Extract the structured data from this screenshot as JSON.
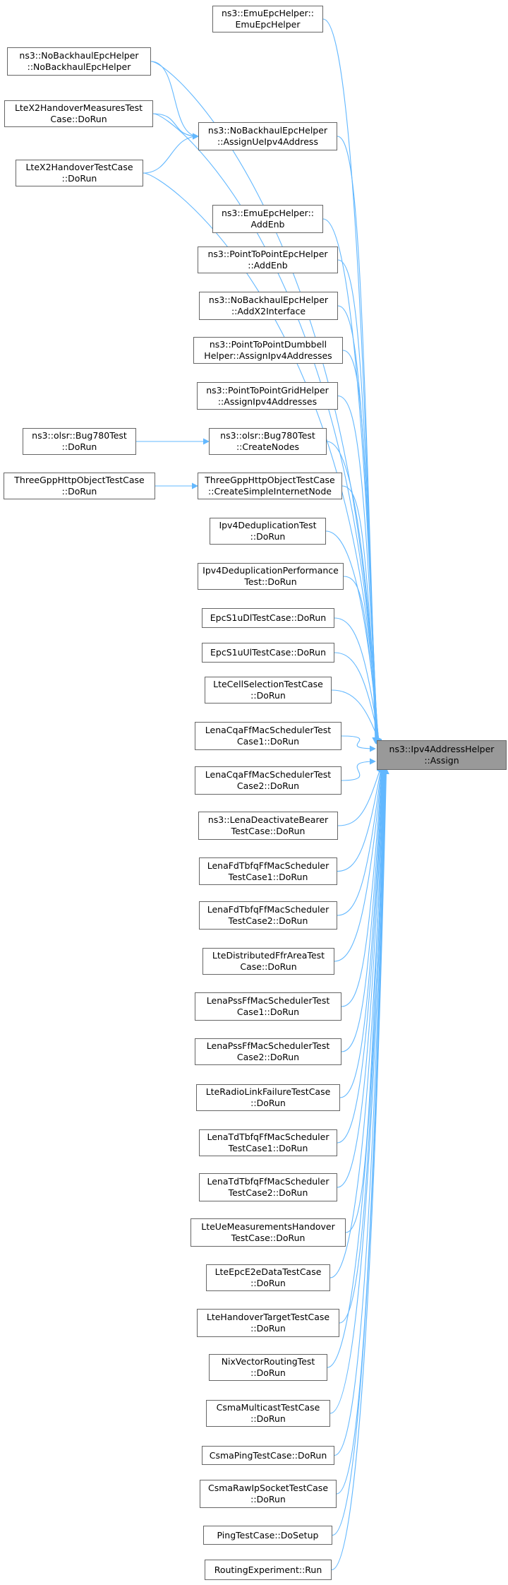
{
  "target": {
    "id": "target",
    "lines": [
      "ns3::Ipv4AddressHelper",
      "::Assign"
    ]
  },
  "callers": [
    {
      "id": "emu_ctor",
      "lines": [
        "ns3::EmuEpcHelper::",
        "EmuEpcHelper"
      ]
    },
    {
      "id": "nob_ctor",
      "lines": [
        "ns3::NoBackhaulEpcHelper",
        "::NoBackhaulEpcHelper"
      ]
    },
    {
      "id": "ltex2meas",
      "lines": [
        "LteX2HandoverMeasuresTest",
        "Case::DoRun"
      ]
    },
    {
      "id": "nob_assign",
      "lines": [
        "ns3::NoBackhaulEpcHelper",
        "::AssignUeIpv4Address"
      ]
    },
    {
      "id": "ltex2",
      "lines": [
        "LteX2HandoverTestCase",
        "::DoRun"
      ]
    },
    {
      "id": "emu_addenb",
      "lines": [
        "ns3::EmuEpcHelper::",
        "AddEnb"
      ]
    },
    {
      "id": "p2p_addenb",
      "lines": [
        "ns3::PointToPointEpcHelper",
        "::AddEnb"
      ]
    },
    {
      "id": "nob_addx2",
      "lines": [
        "ns3::NoBackhaulEpcHelper",
        "::AddX2Interface"
      ]
    },
    {
      "id": "p2p_dumbbell",
      "lines": [
        "ns3::PointToPointDumbbell",
        "Helper::AssignIpv4Addresses"
      ]
    },
    {
      "id": "p2p_grid",
      "lines": [
        "ns3::PointToPointGridHelper",
        "::AssignIpv4Addresses"
      ]
    },
    {
      "id": "olsr_doRun",
      "lines": [
        "ns3::olsr::Bug780Test",
        "::DoRun"
      ]
    },
    {
      "id": "olsr_create",
      "lines": [
        "ns3::olsr::Bug780Test",
        "::CreateNodes"
      ]
    },
    {
      "id": "http_doRun",
      "lines": [
        "ThreeGppHttpObjectTestCase",
        "::DoRun"
      ]
    },
    {
      "id": "http_create",
      "lines": [
        "ThreeGppHttpObjectTestCase",
        "::CreateSimpleInternetNode"
      ]
    },
    {
      "id": "ipv4dedup",
      "lines": [
        "Ipv4DeduplicationTest",
        "::DoRun"
      ]
    },
    {
      "id": "ipv4dedupperf",
      "lines": [
        "Ipv4DeduplicationPerformance",
        "Test::DoRun"
      ]
    },
    {
      "id": "epcs1udl",
      "lines": [
        "EpcS1uDlTestCase::DoRun"
      ]
    },
    {
      "id": "epcs1uul",
      "lines": [
        "EpcS1uUlTestCase::DoRun"
      ]
    },
    {
      "id": "ltecellsel",
      "lines": [
        "LteCellSelectionTestCase",
        "::DoRun"
      ]
    },
    {
      "id": "cqa1",
      "lines": [
        "LenaCqaFfMacSchedulerTest",
        "Case1::DoRun"
      ]
    },
    {
      "id": "cqa2",
      "lines": [
        "LenaCqaFfMacSchedulerTest",
        "Case2::DoRun"
      ]
    },
    {
      "id": "deact",
      "lines": [
        "ns3::LenaDeactivateBearer",
        "TestCase::DoRun"
      ]
    },
    {
      "id": "fdtbfq1",
      "lines": [
        "LenaFdTbfqFfMacScheduler",
        "TestCase1::DoRun"
      ]
    },
    {
      "id": "fdtbfq2",
      "lines": [
        "LenaFdTbfqFfMacScheduler",
        "TestCase2::DoRun"
      ]
    },
    {
      "id": "distffr",
      "lines": [
        "LteDistributedFfrAreaTest",
        "Case::DoRun"
      ]
    },
    {
      "id": "pss1",
      "lines": [
        "LenaPssFfMacSchedulerTest",
        "Case1::DoRun"
      ]
    },
    {
      "id": "pss2",
      "lines": [
        "LenaPssFfMacSchedulerTest",
        "Case2::DoRun"
      ]
    },
    {
      "id": "rlf",
      "lines": [
        "LteRadioLinkFailureTestCase",
        "::DoRun"
      ]
    },
    {
      "id": "tdtbfq1",
      "lines": [
        "LenaTdTbfqFfMacScheduler",
        "TestCase1::DoRun"
      ]
    },
    {
      "id": "tdtbfq2",
      "lines": [
        "LenaTdTbfqFfMacScheduler",
        "TestCase2::DoRun"
      ]
    },
    {
      "id": "uemeas",
      "lines": [
        "LteUeMeasurementsHandover",
        "TestCase::DoRun"
      ]
    },
    {
      "id": "epce2e",
      "lines": [
        "LteEpcE2eDataTestCase",
        "::DoRun"
      ]
    },
    {
      "id": "hotarget",
      "lines": [
        "LteHandoverTargetTestCase",
        "::DoRun"
      ]
    },
    {
      "id": "nixvec",
      "lines": [
        "NixVectorRoutingTest",
        "::DoRun"
      ]
    },
    {
      "id": "csmamc",
      "lines": [
        "CsmaMulticastTestCase",
        "::DoRun"
      ]
    },
    {
      "id": "csmaping",
      "lines": [
        "CsmaPingTestCase::DoRun"
      ]
    },
    {
      "id": "csmaraw",
      "lines": [
        "CsmaRawIpSocketTestCase",
        "::DoRun"
      ]
    },
    {
      "id": "pingsetup",
      "lines": [
        "PingTestCase::DoSetup"
      ]
    },
    {
      "id": "routingexp",
      "lines": [
        "RoutingExperiment::Run"
      ]
    }
  ],
  "edges": [
    [
      "emu_ctor",
      "target"
    ],
    [
      "nob_ctor",
      "target"
    ],
    [
      "ltex2meas",
      "target"
    ],
    [
      "nob_ctor",
      "nob_assign"
    ],
    [
      "ltex2meas",
      "nob_assign"
    ],
    [
      "ltex2",
      "nob_assign"
    ],
    [
      "nob_assign",
      "target"
    ],
    [
      "ltex2",
      "target"
    ],
    [
      "emu_addenb",
      "target"
    ],
    [
      "p2p_addenb",
      "target"
    ],
    [
      "nob_addx2",
      "target"
    ],
    [
      "p2p_dumbbell",
      "target"
    ],
    [
      "p2p_grid",
      "target"
    ],
    [
      "olsr_doRun",
      "olsr_create"
    ],
    [
      "olsr_create",
      "target"
    ],
    [
      "http_doRun",
      "http_create"
    ],
    [
      "http_create",
      "target"
    ],
    [
      "ipv4dedup",
      "target"
    ],
    [
      "ipv4dedupperf",
      "target"
    ],
    [
      "epcs1udl",
      "target"
    ],
    [
      "epcs1uul",
      "target"
    ],
    [
      "ltecellsel",
      "target"
    ],
    [
      "cqa1",
      "target"
    ],
    [
      "cqa2",
      "target"
    ],
    [
      "deact",
      "target"
    ],
    [
      "fdtbfq1",
      "target"
    ],
    [
      "fdtbfq2",
      "target"
    ],
    [
      "distffr",
      "target"
    ],
    [
      "pss1",
      "target"
    ],
    [
      "pss2",
      "target"
    ],
    [
      "rlf",
      "target"
    ],
    [
      "tdtbfq1",
      "target"
    ],
    [
      "tdtbfq2",
      "target"
    ],
    [
      "uemeas",
      "target"
    ],
    [
      "epce2e",
      "target"
    ],
    [
      "hotarget",
      "target"
    ],
    [
      "nixvec",
      "target"
    ],
    [
      "csmamc",
      "target"
    ],
    [
      "csmaping",
      "target"
    ],
    [
      "csmaraw",
      "target"
    ],
    [
      "pingsetup",
      "target"
    ],
    [
      "routingexp",
      "target"
    ]
  ],
  "colors": {
    "edge": "#63b8ff",
    "node_border": "#666666",
    "target_fill": "#999999"
  }
}
